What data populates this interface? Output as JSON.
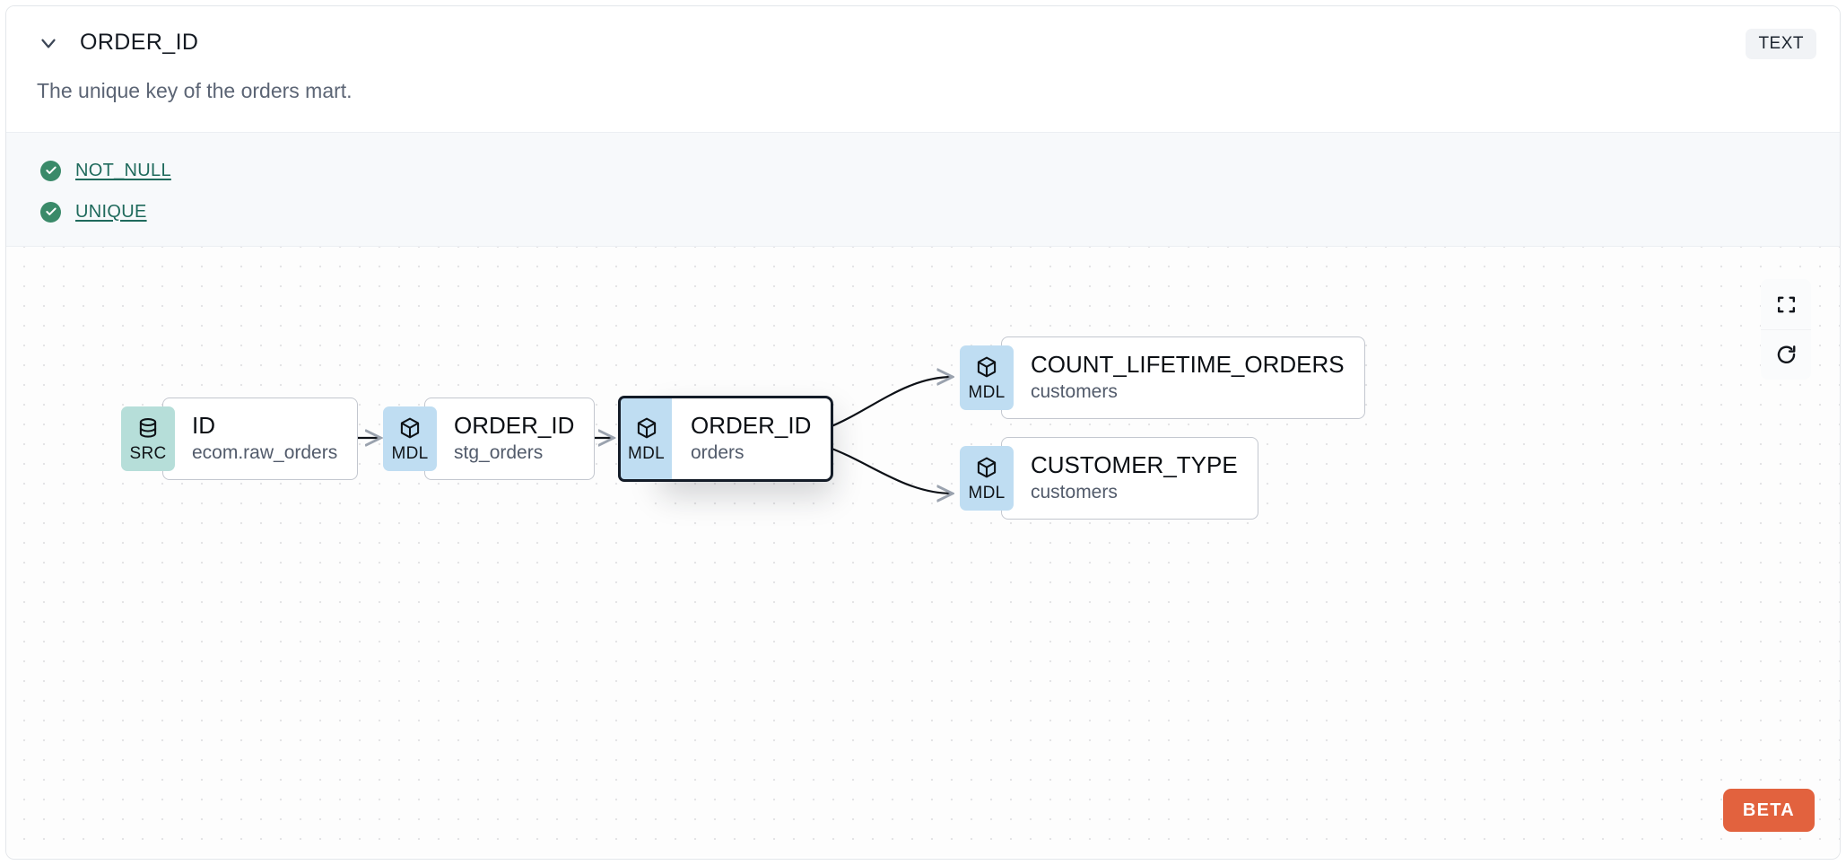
{
  "header": {
    "chevron_icon": "chevron-down-icon",
    "column_name": "ORDER_ID",
    "type_badge": "TEXT",
    "description": "The unique key of the orders mart."
  },
  "tests": {
    "items": [
      {
        "icon": "check-circle-icon",
        "label": "NOT_NULL",
        "status": "passing"
      },
      {
        "icon": "check-circle-icon",
        "label": "UNIQUE",
        "status": "passing"
      }
    ]
  },
  "lineage": {
    "nodes": [
      {
        "id": "n1",
        "badge": "SRC",
        "badge_icon": "database-icon",
        "name": "ID",
        "subtitle": "ecom.raw_orders",
        "selected": false
      },
      {
        "id": "n2",
        "badge": "MDL",
        "badge_icon": "cube-icon",
        "name": "ORDER_ID",
        "subtitle": "stg_orders",
        "selected": false
      },
      {
        "id": "n3",
        "badge": "MDL",
        "badge_icon": "cube-icon",
        "name": "ORDER_ID",
        "subtitle": "orders",
        "selected": true
      },
      {
        "id": "n4",
        "badge": "MDL",
        "badge_icon": "cube-icon",
        "name": "COUNT_LIFETIME_ORDERS",
        "subtitle": "customers",
        "selected": false
      },
      {
        "id": "n5",
        "badge": "MDL",
        "badge_icon": "cube-icon",
        "name": "CUSTOMER_TYPE",
        "subtitle": "customers",
        "selected": false
      }
    ],
    "edges": [
      {
        "from": "n1",
        "to": "n2"
      },
      {
        "from": "n2",
        "to": "n3"
      },
      {
        "from": "n3",
        "to": "n4"
      },
      {
        "from": "n3",
        "to": "n5"
      }
    ],
    "controls": [
      {
        "icon": "fit-view-icon",
        "name": "fit-view-button"
      },
      {
        "icon": "refresh-icon",
        "name": "refresh-button"
      }
    ],
    "beta_label": "BETA"
  },
  "colors": {
    "badge_src": "#b6ded9",
    "badge_mdl": "#bfddf2",
    "test_pass": "#3a8a69",
    "test_link": "#1f6a5c",
    "beta": "#e2623e",
    "selected_border": "#141c28"
  }
}
